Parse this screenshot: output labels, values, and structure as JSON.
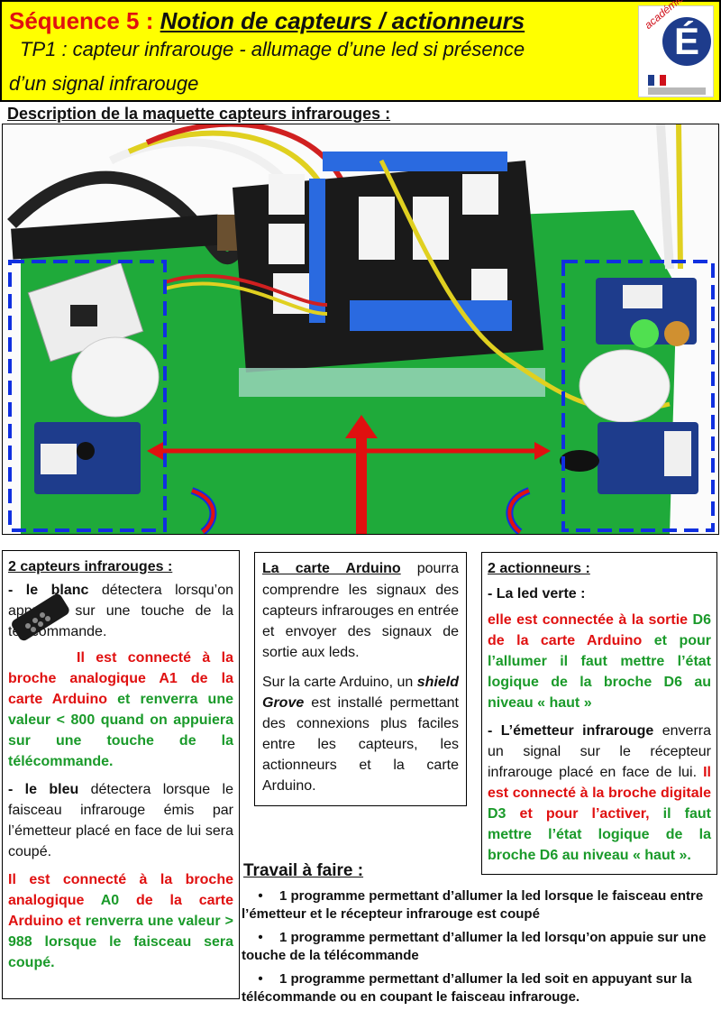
{
  "header": {
    "sequence": "Séquence 5 :",
    "notion": "Notion de capteurs / actionneurs",
    "tp_line1": "TP1 : capteur  infrarouge - allumage d’une led si présence",
    "tp_line2": "d’un signal infrarouge",
    "logo_text": "académie Amiens",
    "logo_letter": "É"
  },
  "description_title": "Description de la maquette capteurs infrarouges :",
  "left_box": {
    "title": "2 capteurs infrarouges :",
    "blanc_label": "- le blanc",
    "blanc_text": " détectera lorsqu’on appuiera sur une touche de la télécommande.",
    "blanc_red": "Il est connecté à la broche analogique A1 de la carte Arduino",
    "blanc_et": " et ",
    "blanc_green": "renverra une valeur < 800 quand on appuiera sur une touche de la télécommande.",
    "bleu_label": "- le bleu",
    "bleu_text": " détectera lorsque le faisceau infrarouge émis par l’émetteur placé en face de lui sera coupé.",
    "bleu_red1": "Il est connecté à la broche analogique ",
    "bleu_green_a0": "A0",
    "bleu_red2": " de la carte Arduino et ",
    "bleu_green": "renverra une valeur > 988 lorsque le faisceau sera coupé."
  },
  "middle_box": {
    "title": "La carte Arduino",
    "text1": " pourra comprendre les signaux des capteurs infrarouges en entrée et envoyer des signaux de sortie aux leds.",
    "text2_a": "Sur la carte Arduino, un ",
    "text2_shield": "shield Grove",
    "text2_b": " est installé permettant des connexions plus faciles entre les capteurs, les actionneurs et la carte Arduino."
  },
  "right_box": {
    "title": "2 actionneurs :",
    "led_label": "- La led verte :",
    "led_red1": "elle est connectée à la sortie ",
    "led_green_d6": "D6",
    "led_red2": " de la carte Arduino",
    "led_green": " et pour l’allumer il faut mettre l’état logique de la broche D6 au niveau « haut »",
    "em_label": "- L’émetteur infrarouge",
    "em_text": " enverra un signal sur le récepteur infrarouge placé en face de lui. ",
    "em_red": "Il est connecté à la broche digitale ",
    "em_green_d3": "D3",
    "em_red2": " et pour l’activer,",
    "em_green": " il faut mettre l’état logique de la broche D6 au niveau « haut »."
  },
  "travail": {
    "title": "Travail à faire :",
    "bullet": "•",
    "tasks": [
      "1 programme permettant d’allumer la led lorsque le faisceau entre l’émetteur et le récepteur infrarouge est coupé",
      "1 programme permettant d’allumer la led lorsqu’on appuie sur une touche de la télécommande",
      "1 programme permettant d’allumer la led soit en appuyant sur la télécommande ou en coupant le faisceau infrarouge."
    ]
  },
  "colors": {
    "header_bg": "#ffff00",
    "red": "#e01010",
    "green": "#1a9a2a",
    "board_green": "#1faa3a",
    "blue_dash": "#1030e0"
  }
}
